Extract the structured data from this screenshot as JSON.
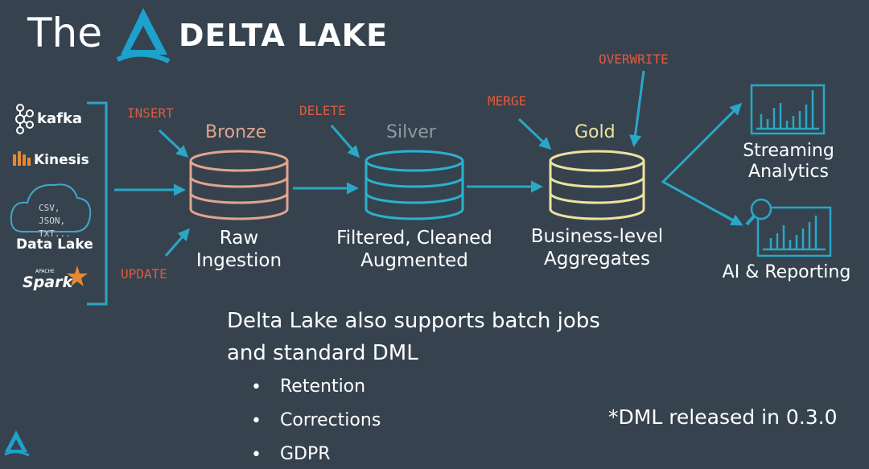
{
  "title": {
    "prefix": "The",
    "brand": "DELTA LAKE"
  },
  "sources": {
    "kafka": "kafka",
    "kinesis": "Kinesis",
    "cloud_lines": [
      "CSV,",
      "JSON,",
      "TXT..."
    ],
    "datalake": "Data Lake",
    "spark_small": "APACHE",
    "spark": "Spark"
  },
  "operations": {
    "insert": "INSERT",
    "update": "UPDATE",
    "delete": "DELETE",
    "merge": "MERGE",
    "overwrite": "OVERWRITE"
  },
  "tiers": {
    "bronze": {
      "name": "Bronze",
      "line1": "Raw",
      "line2": "Ingestion"
    },
    "silver": {
      "name": "Silver",
      "line1": "Filtered, Cleaned",
      "line2": "Augmented"
    },
    "gold": {
      "name": "Gold",
      "line1": "Business-level",
      "line2": "Aggregates"
    }
  },
  "outputs": {
    "streaming": {
      "line1": "Streaming",
      "line2": "Analytics"
    },
    "ai": {
      "label": "AI & Reporting"
    }
  },
  "batch": {
    "line1": "Delta Lake also supports batch jobs",
    "line2": "and standard DML",
    "bullets": [
      "Retention",
      "Corrections",
      "GDPR"
    ]
  },
  "note": "*DML released in 0.3.0",
  "colors": {
    "background": "#36434f",
    "teal": "#28a8c6",
    "orange": "#e05a3f",
    "bronze": "#e2a48e",
    "silver": "#8e9aa4",
    "gold": "#ede39c"
  }
}
